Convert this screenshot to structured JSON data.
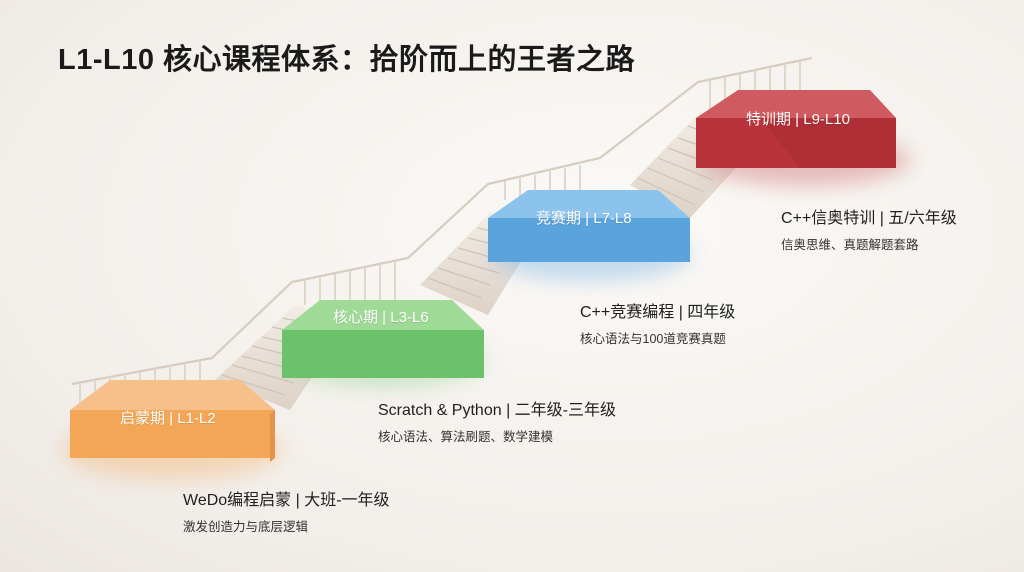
{
  "title": "L1-L10 核心课程体系：拾阶而上的王者之路",
  "colors": {
    "stage1": "#f2a656",
    "stage2": "#6cc26a",
    "stage3": "#5aa3dd",
    "stage4": "#b8343a",
    "stairs": "#e9e0d5",
    "railing": "#d8cec2"
  },
  "stages": [
    {
      "label": "启蒙期 | L1-L2",
      "course": "WeDo编程启蒙 | 大班-一年级",
      "focus": "激发创造力与底层逻辑"
    },
    {
      "label": "核心期 | L3-L6",
      "course": "Scratch & Python | 二年级-三年级",
      "focus": "核心语法、算法刷题、数学建模"
    },
    {
      "label": "竞赛期 | L7-L8",
      "course": "C++竞赛编程 | 四年级",
      "focus": "核心语法与100道竞赛真题"
    },
    {
      "label": "特训期 | L9-L10",
      "course": "C++信奥特训 | 五/六年级",
      "focus": "信奥思维、真题解题套路"
    }
  ]
}
